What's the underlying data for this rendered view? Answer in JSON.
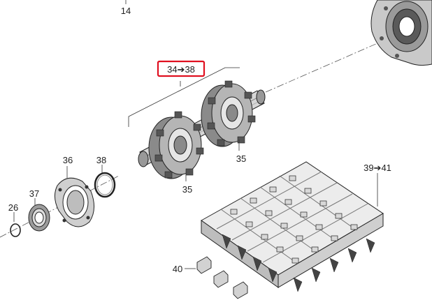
{
  "callouts": {
    "c14": "14",
    "c34_38": "34➔38",
    "c35a": "35",
    "c35b": "35",
    "c36": "36",
    "c37": "37",
    "c38": "38",
    "c26": "26",
    "c39_41": "39➔41",
    "c40": "40"
  },
  "highlight_color": "#e01020"
}
